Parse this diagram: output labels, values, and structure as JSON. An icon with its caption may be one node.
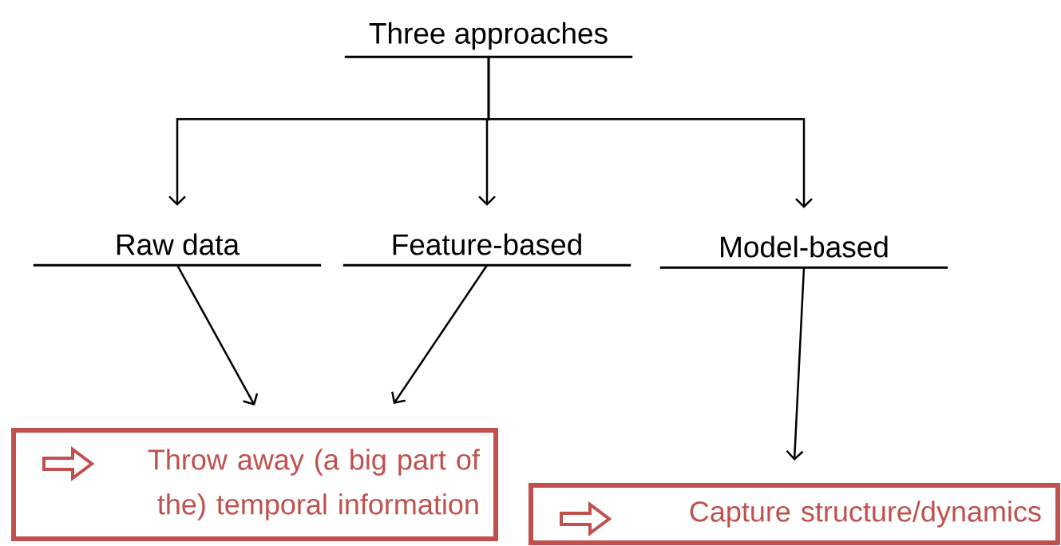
{
  "diagram": {
    "nodes": [
      {
        "text": [
          "Three approaches"
        ]
      },
      {
        "text": [
          "Raw data"
        ]
      },
      {
        "text": [
          "Feature-based"
        ]
      },
      {
        "text": [
          "Model-based"
        ]
      },
      {
        "text": [
          "Throw away (a big part of the) temporal information"
        ]
      },
      {
        "text": [
          "Capture structure/dynamics"
        ]
      }
    ],
    "edges": [
      {
        "from": 0,
        "to": 1,
        "arrow": "to"
      },
      {
        "from": 0,
        "to": 2,
        "arrow": "to"
      },
      {
        "from": 0,
        "to": 3,
        "arrow": "to"
      },
      {
        "from": 1,
        "to": 4,
        "arrow": "to"
      },
      {
        "from": 2,
        "to": 4,
        "arrow": "to"
      },
      {
        "from": 3,
        "to": 5,
        "arrow": "to"
      }
    ]
  }
}
